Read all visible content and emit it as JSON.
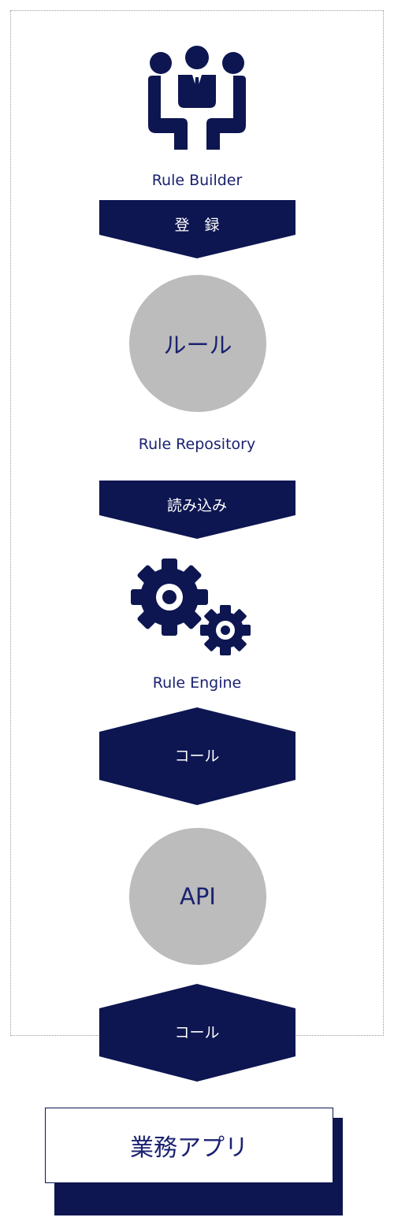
{
  "colors": {
    "navy": "#0d1650",
    "text_blue": "#1a2270",
    "circle_gray": "#bcbcbc",
    "frame_border": "#9a9a9a",
    "white": "#ffffff"
  },
  "rule_builder": {
    "icon": "people-meeting-icon",
    "label": "Rule Builder"
  },
  "arrow_register": {
    "label": "登　録"
  },
  "rule_circle": {
    "label": "ルール"
  },
  "rule_repository": {
    "label": "Rule Repository"
  },
  "arrow_load": {
    "label": "読み込み"
  },
  "rule_engine": {
    "icon": "gears-icon",
    "label": "Rule Engine"
  },
  "call_1": {
    "label": "コール"
  },
  "api_circle": {
    "label": "API"
  },
  "call_2": {
    "label": "コール"
  },
  "business_app": {
    "label": "業務アプリ"
  }
}
